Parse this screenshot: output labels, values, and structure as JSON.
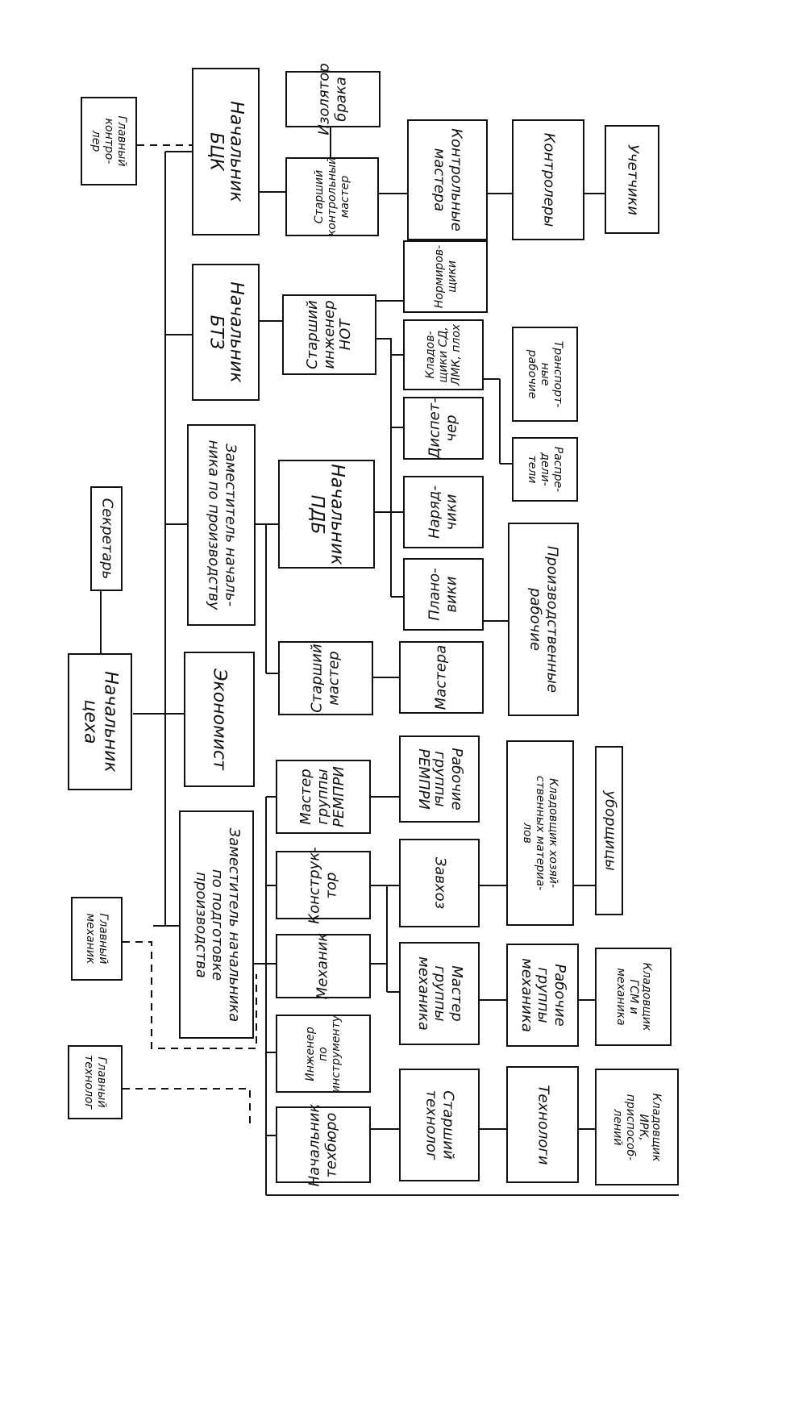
{
  "boxes": {
    "glavny_kontroler": [
      "Главный",
      "контро-",
      "лер"
    ],
    "glavny_mekhanik": [
      "Главный",
      "механик"
    ],
    "glavny_tekhnolog": [
      "Главный",
      "технолог"
    ],
    "sekretar": [
      "Секретарь"
    ],
    "nachalnik_tsekha": [
      "Начальник",
      "цеха"
    ],
    "nachalnik_btsk": [
      "Начальник",
      "БЦК"
    ],
    "nachalnik_btz": [
      "Начальник",
      "БТЗ"
    ],
    "zam_po_proizvodstvu": [
      "Заместитель началь-",
      "ника по производству"
    ],
    "ekonomist": [
      "Экономист"
    ],
    "zam_po_podgotovke": [
      "Заместитель начальника",
      "по подготовке",
      "производства"
    ],
    "izolyator_braka": [
      "Изолятор",
      "брака"
    ],
    "starshy_kontrolny_master": [
      "Старший",
      "контрольный",
      "мастер"
    ],
    "kontrolnye_mastera": [
      "Контрольные",
      "мастера"
    ],
    "kontrolery": [
      "Контролеры"
    ],
    "uchetchiki": [
      "Учетчики"
    ],
    "normirovshchiki": [
      "Нормиров-",
      "щики"
    ],
    "starshy_inzhener_not": [
      "Старший",
      "инженер",
      "НОТ"
    ],
    "kladovshchiki": [
      "Кладов-",
      "щики СД,",
      "ЛМК, плох"
    ],
    "dispetcher": [
      "Диспет-",
      "чер"
    ],
    "transportnye_rabochie": [
      "Транспорт-",
      "ные",
      "рабочие"
    ],
    "raspred": [
      "Распре-",
      "дели-",
      "тели"
    ],
    "nachalnik_pdb": [
      "Начальник",
      "ПДБ"
    ],
    "naryadchiki": [
      "Наряд-",
      "чики"
    ],
    "planoviki": [
      "Плано-",
      "вики"
    ],
    "proizv_rabochie": [
      "Производственные",
      "рабочие"
    ],
    "starshy_master": [
      "Старший",
      "мастер"
    ],
    "mastera": [
      "Мастера"
    ],
    "master_remprи": [
      "Мастер",
      "группы",
      "РЕМПРИ"
    ],
    "rabochie_remprи": [
      "Рабочие",
      "группы",
      "РЕМПРИ"
    ],
    "kladovshchik_khoz": [
      "Кладовщик хозяй-",
      "ственных материа-",
      "лов"
    ],
    "uborshchitsy": [
      "уборщицы"
    ],
    "konstruktor": [
      "Конструк-",
      "тор"
    ],
    "zavkhoz": [
      "Завхоз"
    ],
    "mekhanik": [
      "Механик"
    ],
    "master_gr_mekhanika": [
      "Мастер",
      "группы",
      "механика"
    ],
    "rabochie_gr_mekhanika": [
      "Рабочие",
      "группы",
      "механика"
    ],
    "kladovshchik_gsm": [
      "Кладовщик",
      "ГСМ и",
      "механика"
    ],
    "inzhener_po_instrumentu": [
      "Инженер",
      "по",
      "инструменту"
    ],
    "nachalnik_tekhbyuro": [
      "Начальник",
      "техбюро"
    ],
    "starshy_tekhnolog": [
      "Старший",
      "технолог"
    ],
    "tekhnologi": [
      "Технологи"
    ],
    "kladovshchik_irk": [
      "Кладовщик",
      "ИРК,",
      "приспособ-",
      "лений"
    ]
  }
}
